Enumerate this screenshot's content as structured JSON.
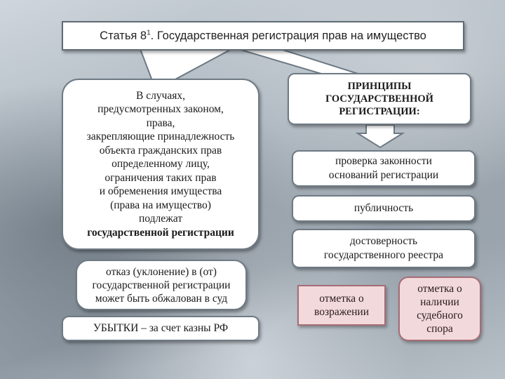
{
  "title": {
    "text": "Статья 8",
    "sup": "1",
    "rest": ". Государственная регистрация прав на имущество"
  },
  "left_main": {
    "lines": [
      "В случаях,",
      "предусмотренных законом,",
      "права,",
      "закрепляющие принадлежность",
      "объекта гражданских прав",
      "определенному лицу,",
      "ограничения таких прав",
      "и обременения имущества",
      "(права на имущество)",
      "подлежат"
    ],
    "bold_line": "государственной регистрации"
  },
  "left_appeal": {
    "lines": [
      "отказ (уклонение) в  (от)",
      "государственной регистрации",
      "может быть обжалован в суд"
    ]
  },
  "left_loss": {
    "text": "УБЫТКИ – за счет казны РФ"
  },
  "principles": {
    "heading_lines": [
      "ПРИНЦИПЫ",
      "ГОСУДАРСТВЕННОЙ",
      "РЕГИСТРАЦИИ:"
    ],
    "items": [
      {
        "lines": [
          "проверка законности",
          "оснований регистрации"
        ]
      },
      {
        "lines": [
          "публичность"
        ]
      },
      {
        "lines": [
          "достоверность",
          "государственного реестра"
        ]
      }
    ]
  },
  "marks": [
    {
      "lines": [
        "отметка о",
        "возражении"
      ]
    },
    {
      "lines": [
        "отметка о",
        "наличии",
        "судебного",
        "спора"
      ]
    }
  ],
  "colors": {
    "box_border": "#6e7a84",
    "pink_fill": "#f2d9dc",
    "pink_border": "#a56d76"
  }
}
